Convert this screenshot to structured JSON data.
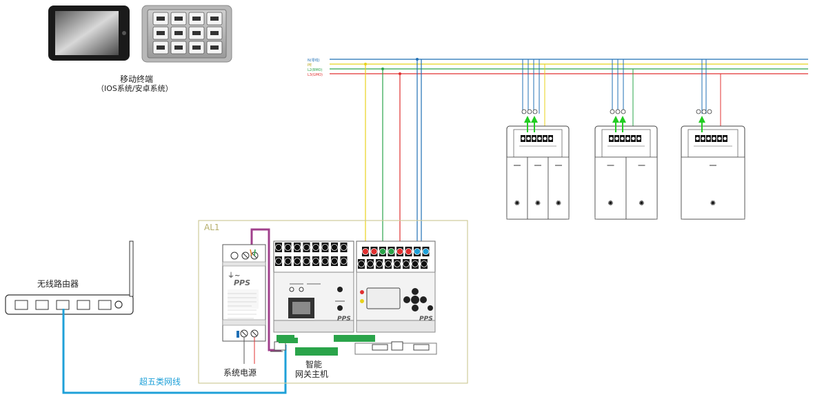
{
  "terminal": {
    "title": "移动终端",
    "subtitle": "（IOS系统/安卓系统）"
  },
  "router": {
    "label": "无线路由器"
  },
  "cable": {
    "label": "超五类网线"
  },
  "cabinet": {
    "label": "AL1"
  },
  "power_supply": {
    "label": "系统电源",
    "brand": "PPS"
  },
  "gateway": {
    "label_line1": "智能",
    "label_line2": "网关主机",
    "brand": "PPS"
  },
  "bus_lines": [
    {
      "label": "N(零线)",
      "color": "#1f6fb5"
    },
    {
      "label": "PE",
      "color": "#e8d21a"
    },
    {
      "label": "L2(BMO)",
      "color": "#2aa44a"
    },
    {
      "label": "L3(GMO)",
      "color": "#e03030"
    }
  ],
  "colors": {
    "neutral": "#1f6fb5",
    "earth": "#e8d21a",
    "line_green": "#2aa44a",
    "line_red": "#e03030",
    "network": "#1ea0d8",
    "bus_purple": "#a0408c",
    "cabinet_border": "#cfca9a"
  }
}
